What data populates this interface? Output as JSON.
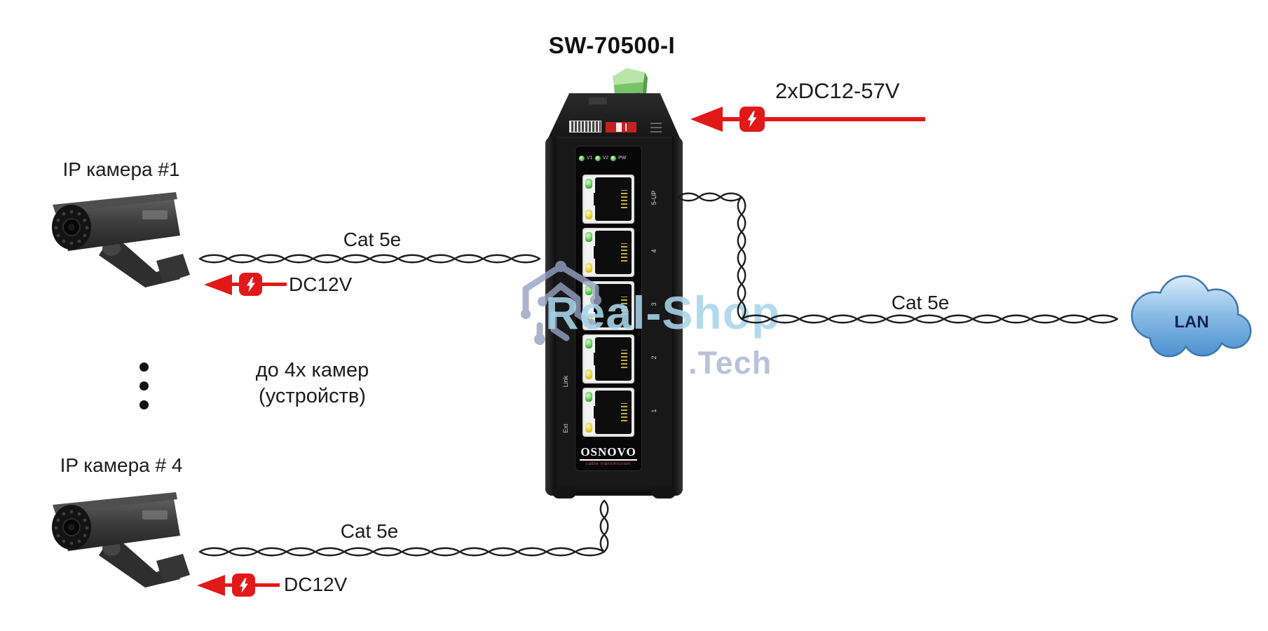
{
  "title": "SW-70500-I",
  "watermark": {
    "line1": "Real-Shop",
    "line2": ".Tech"
  },
  "switch": {
    "brand": "OSNOVO",
    "brand_sub": "cable transmission",
    "led_labels": [
      "V1",
      "V2",
      "PW"
    ],
    "port_labels": [
      "5-UP",
      "4",
      "3",
      "2",
      "1"
    ],
    "side_labels": [
      "Link",
      "Ext"
    ]
  },
  "power_main": {
    "label": "2xDC12-57V"
  },
  "cameras": [
    {
      "label": "IP камера #1",
      "cable_label": "Cat 5e",
      "power_label": "DC12V"
    },
    {
      "label": "IP камера # 4",
      "cable_label": "Cat 5e",
      "power_label": "DC12V"
    }
  ],
  "note": {
    "line1": "до 4х камер",
    "line2": "(устройств)"
  },
  "lan": {
    "label": "LAN",
    "cable_label": "Cat 5e"
  },
  "colors": {
    "arrow_red": "#e21919",
    "cloud_blue": "#4e95d1",
    "watermark_blue": "#a9d6ea",
    "watermark_gray": "#b4bdd7",
    "cable_black": "#1d1d1d"
  }
}
